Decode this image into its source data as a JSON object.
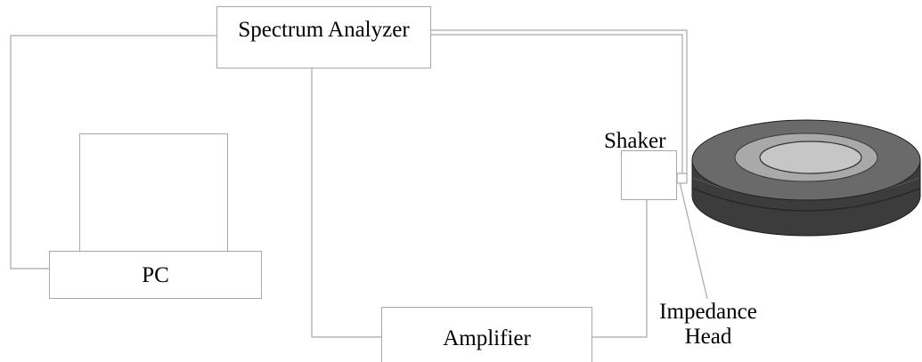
{
  "diagram": {
    "components": {
      "spectrum_analyzer": "Spectrum Analyzer",
      "pc": "PC",
      "amplifier": "Amplifier",
      "shaker": "Shaker",
      "impedance_head_line1": "Impedance",
      "impedance_head_line2": "Head"
    },
    "connections": [
      {
        "from": "Spectrum Analyzer",
        "to": "PC"
      },
      {
        "from": "Spectrum Analyzer",
        "to": "Amplifier"
      },
      {
        "from": "Amplifier",
        "to": "Shaker"
      },
      {
        "from": "Impedance Head",
        "to": "Spectrum Analyzer"
      }
    ],
    "colors": {
      "line": "#a8a8a8",
      "disc_body": "#3c3c3c",
      "disc_face": "#6a6a6a",
      "disc_ring": "#a9a9a9",
      "disc_center": "#c6c6c6"
    }
  }
}
